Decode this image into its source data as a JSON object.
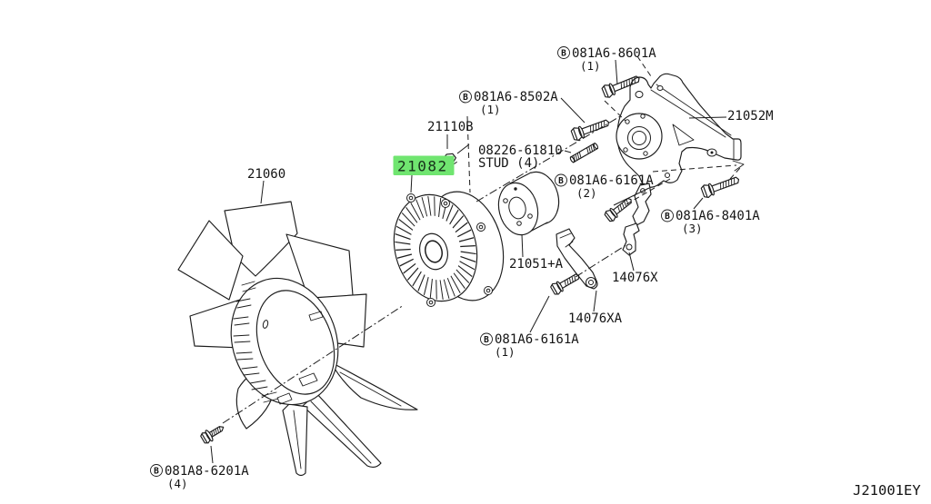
{
  "figure": {
    "code": "J21001EY"
  },
  "colors": {
    "highlight": "#70e570",
    "line": "#1c1c1c"
  },
  "parts": {
    "fan": {
      "label": "21060"
    },
    "fan_clutch": {
      "label": "21082"
    },
    "nut": {
      "label": "21110B"
    },
    "stud": {
      "label": "08226-61810",
      "sub": "STUD (4)"
    },
    "bolt_8601": {
      "prefix": "B",
      "label": "081A6-8601A",
      "qty": "(1)"
    },
    "bolt_8502": {
      "prefix": "B",
      "label": "081A6-8502A",
      "qty": "(1)"
    },
    "bolt_6161_upper": {
      "prefix": "B",
      "label": "081A6-6161A",
      "qty": "(2)"
    },
    "bolt_8401": {
      "prefix": "B",
      "label": "081A6-8401A",
      "qty": "(3)"
    },
    "bracket_assy": {
      "label": "21052M"
    },
    "pulley": {
      "label": "21051+A"
    },
    "bracket_x": {
      "label": "14076X"
    },
    "bracket_xa": {
      "label": "14076XA"
    },
    "bolt_6161_lower": {
      "prefix": "B",
      "label": "081A6-6161A",
      "qty": "(1)"
    },
    "screw_6201": {
      "prefix": "B",
      "label": "081A8-6201A",
      "qty": "(4)"
    }
  }
}
